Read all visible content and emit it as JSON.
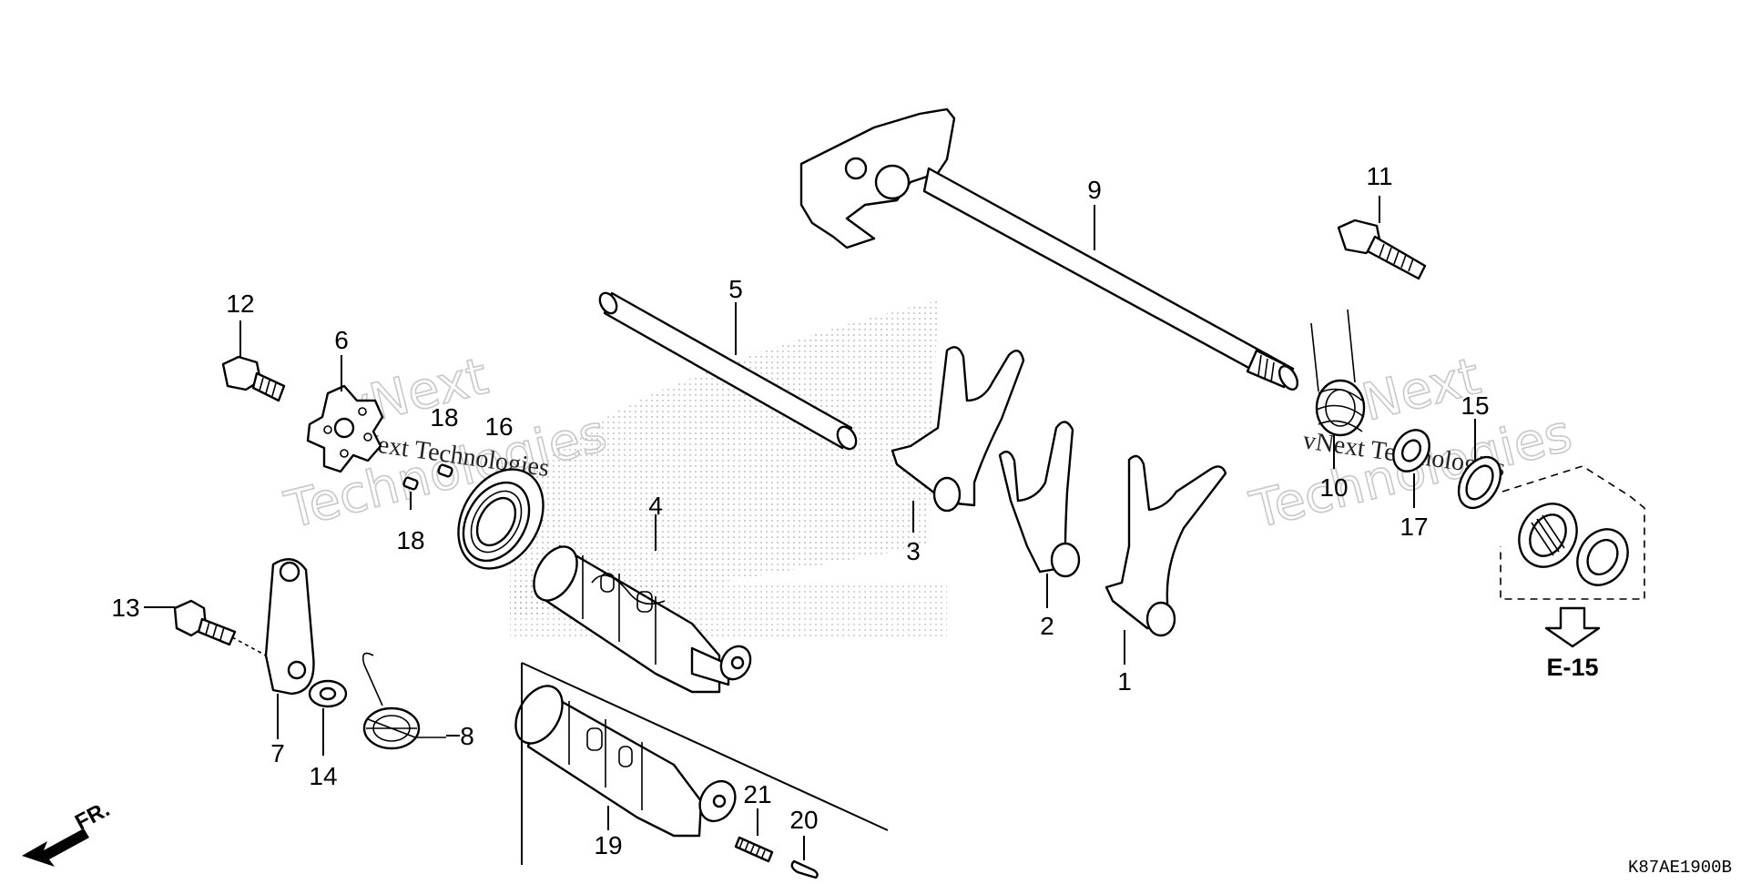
{
  "diagram": {
    "code": "K87AE1900B",
    "reference": "E-15",
    "front_label": "FR.",
    "watermark": "vNext Technologies",
    "callouts": [
      {
        "id": "c1",
        "label": "1"
      },
      {
        "id": "c2",
        "label": "2"
      },
      {
        "id": "c3",
        "label": "3"
      },
      {
        "id": "c4",
        "label": "4"
      },
      {
        "id": "c5",
        "label": "5"
      },
      {
        "id": "c6",
        "label": "6"
      },
      {
        "id": "c7",
        "label": "7"
      },
      {
        "id": "c8",
        "label": "8"
      },
      {
        "id": "c9",
        "label": "9"
      },
      {
        "id": "c10",
        "label": "10"
      },
      {
        "id": "c11",
        "label": "11"
      },
      {
        "id": "c12",
        "label": "12"
      },
      {
        "id": "c13",
        "label": "13"
      },
      {
        "id": "c14",
        "label": "14"
      },
      {
        "id": "c15",
        "label": "15"
      },
      {
        "id": "c16",
        "label": "16"
      },
      {
        "id": "c17",
        "label": "17"
      },
      {
        "id": "c18a",
        "label": "18"
      },
      {
        "id": "c18b",
        "label": "18"
      },
      {
        "id": "c19",
        "label": "19"
      },
      {
        "id": "c20",
        "label": "20"
      },
      {
        "id": "c21",
        "label": "21"
      }
    ]
  }
}
